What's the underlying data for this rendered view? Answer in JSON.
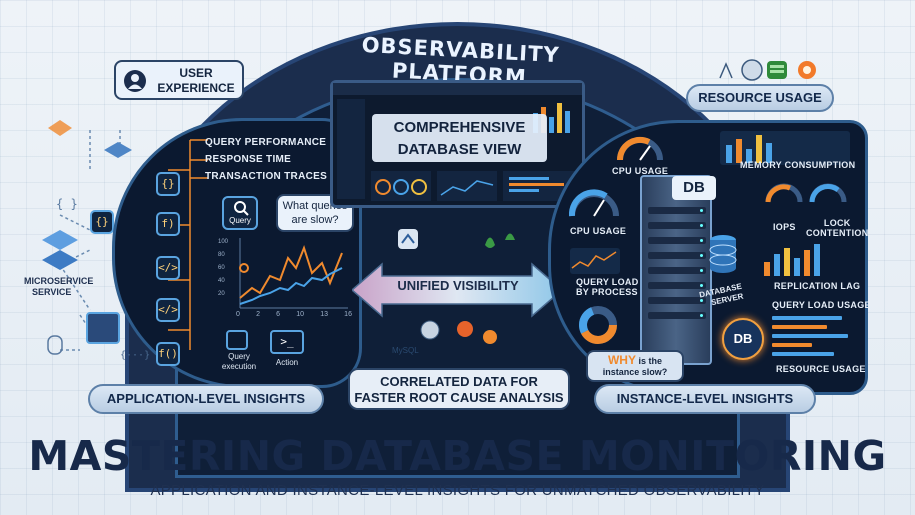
{
  "header": {
    "platform_title": "OBSERVABILITY PLATFORM",
    "resource_usage": "RESOURCE USAGE",
    "user_experience_line1": "USER",
    "user_experience_line2": "EXPERIENCE"
  },
  "dashboard": {
    "title_line1": "COMPREHENSIVE",
    "title_line2": "DATABASE VIEW"
  },
  "left": {
    "items": [
      "QUERY PERFORMANCE",
      "RESPONSE TIME",
      "TRANSACTION TRACES"
    ],
    "query_label": "Query",
    "bubble_line1": "What queries",
    "bubble_line2": "are slow?",
    "query_execution_line1": "Query",
    "query_execution_line2": "execution",
    "action": "Action",
    "axis_y": [
      "100",
      "80",
      "60",
      "40",
      "20"
    ],
    "axis_x": [
      "0",
      "2",
      "6",
      "10",
      "13",
      "16"
    ],
    "microservice_line1": "MICROSERVICE",
    "microservice_line2": "SERVICE",
    "code_icons": [
      "{}",
      "f)",
      "</>",
      "</>",
      "f()"
    ],
    "footer": "APPLICATION-LEVEL INSIGHTS"
  },
  "center": {
    "unified": "UNIFIED VISIBILITY",
    "correlated_line1": "CORRELATED DATA FOR",
    "correlated_line2": "FASTER ROOT CAUSE ANALYSIS",
    "mysql": "MySQL"
  },
  "right": {
    "cpu_usage_top": "CPU USAGE",
    "cpu_usage": "CPU USAGE",
    "memory": "MEMORY CONSUMPTION",
    "db": "DB",
    "iops": "IOPS",
    "lock_line1": "LOCK",
    "lock_line2": "CONTENTION",
    "query_load_line1": "QUERY LOAD",
    "query_load_line2": "BY PROCESS",
    "database_server_line1": "DATABASE",
    "database_server_line2": "SERVER",
    "replication": "REPLICATION LAG",
    "query_load_usage": "QUERY LOAD USAGE",
    "why_word": "WHY",
    "why_rest": " is the",
    "why_line2": "instance slow?",
    "db_badge": "DB",
    "resource_usage_bottom": "RESOURCE USAGE",
    "footer": "INSTANCE-LEVEL INSIGHTS"
  },
  "footer": {
    "title": "MASTERING DATABASE MONITORING",
    "subtitle": "APPLICATION AND INSTANCE-LEVEL INSIGHTS FOR UNMATCHED OBSERVABILITY"
  },
  "colors": {
    "navy": "#0b1930",
    "accent_orange": "#f08a2e",
    "accent_blue": "#4aa3e8",
    "title_text": "#17294a"
  }
}
